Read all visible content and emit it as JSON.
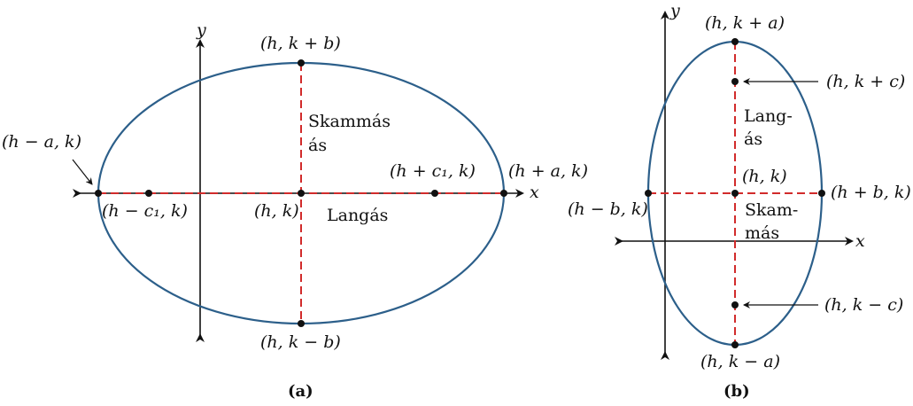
{
  "diagram_a": {
    "caption": "(a)",
    "axis_x": "x",
    "axis_y": "y",
    "major_axis_label": "Langás",
    "minor_axis_label_line1": "Skammás",
    "minor_axis_label_line2": "ás",
    "vertex_left": "(h − a, k)",
    "vertex_right": "(h + a, k)",
    "covertex_top": "(h, k + b)",
    "covertex_bottom": "(h, k − b)",
    "focus_left": "(h − c₁, k)",
    "focus_right": "(h + c₁, k)",
    "center": "(h, k)"
  },
  "diagram_b": {
    "caption": "(b)",
    "axis_x": "x",
    "axis_y": "y",
    "major_axis_label_line1": "Lang-",
    "major_axis_label_line2": "ás",
    "minor_axis_label_line1": "Skam-",
    "minor_axis_label_line2": "más",
    "vertex_top": "(h, k + a)",
    "vertex_bottom": "(h, k − a)",
    "covertex_left": "(h − b, k)",
    "covertex_right": "(h + b, k)",
    "focus_top": "(h, k + c)",
    "focus_bottom": "(h, k − c)",
    "center": "(h, k)"
  },
  "colors": {
    "ellipse": "#2c5f8a",
    "axis_dash": "#d12b2b",
    "points": "#111111"
  }
}
